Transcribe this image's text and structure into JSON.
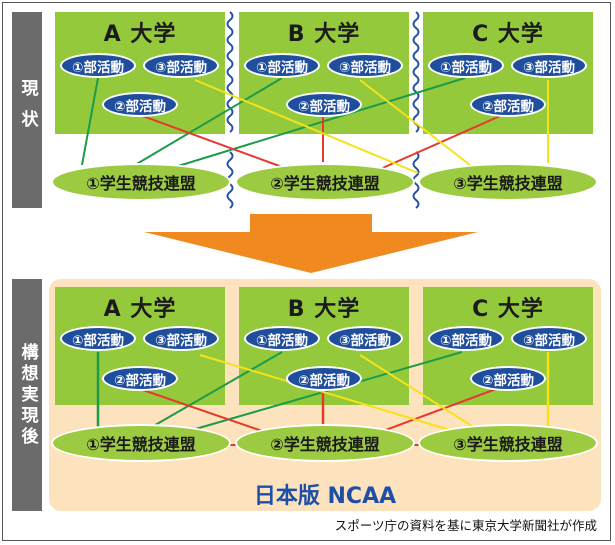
{
  "row_labels": {
    "current": "現状",
    "future": "構想実現後"
  },
  "universities": [
    "A 大学",
    "B 大学",
    "C 大学"
  ],
  "clubs": {
    "club1": "①部活動",
    "club2": "②部活動",
    "club3": "③部活動"
  },
  "leagues": [
    "①学生競技連盟",
    "②学生競技連盟",
    "③学生競技連盟"
  ],
  "ncaa_label": "日本版 NCAA",
  "source": "スポーツ庁の資料を基に東京大学新聞社が作成",
  "colors": {
    "university_box": "#95c93c",
    "club": "#1f4e9c",
    "league": "#9ccb42",
    "arrow": "#f08a20",
    "line_club1": "#1d9a4a",
    "line_club2": "#e53a2f",
    "line_club3": "#f4e21a",
    "peach": "#fce3bd"
  }
}
